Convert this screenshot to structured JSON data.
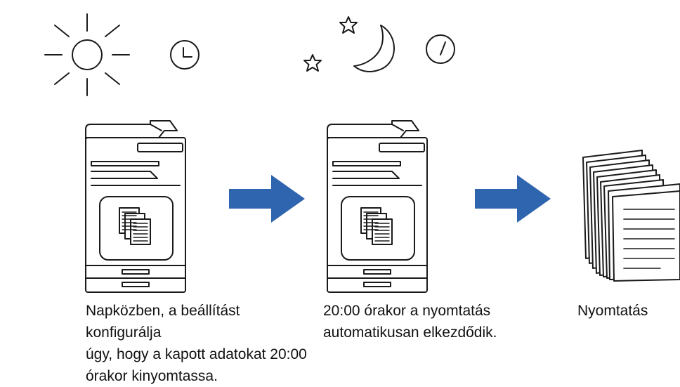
{
  "steps": [
    {
      "caption": "Napközben, a beállítást konfigurálja\núgy, hogy a kapott adatokat 20:00\nórakor kinyomtassa."
    },
    {
      "caption": "20:00 órakor a nyomtatás\nautomatikusan elkezdődik."
    },
    {
      "caption": "Nyomtatás"
    }
  ],
  "icons": [
    "sun-icon",
    "clock-icon",
    "star-icon",
    "moon-icon",
    "printer-icon",
    "arrow-right-icon",
    "paper-stack-icon"
  ],
  "colors": {
    "arrow": "#2f64ae",
    "line": "#1a1a1a"
  }
}
